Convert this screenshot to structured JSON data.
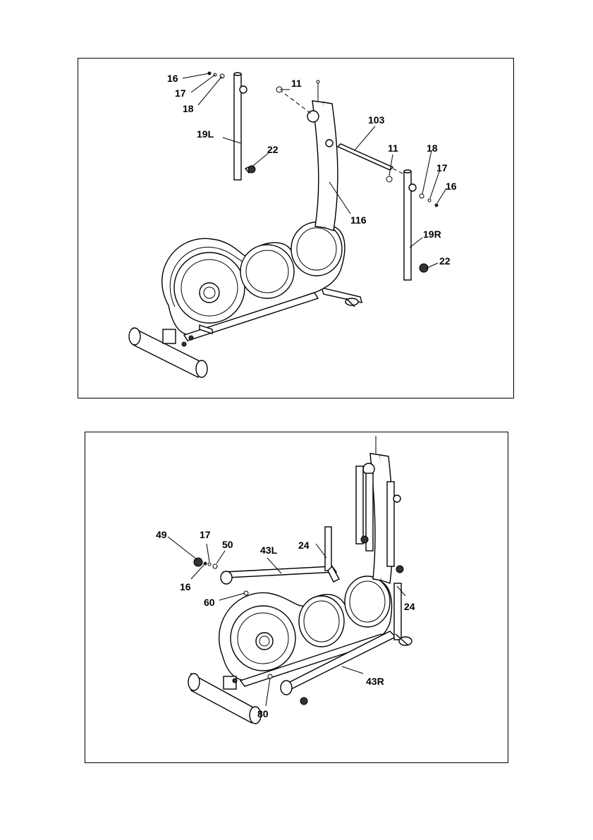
{
  "figure1": {
    "callouts": {
      "c16_left": "16",
      "c17_left": "17",
      "c18_left": "18",
      "c11_left": "11",
      "c103": "103",
      "c19L": "19L",
      "c22_left": "22",
      "c11_right": "11",
      "c18_right": "18",
      "c17_right": "17",
      "c16_right": "16",
      "c116": "116",
      "c19R": "19R",
      "c22_right": "22"
    }
  },
  "figure2": {
    "callouts": {
      "c49": "49",
      "c17": "17",
      "c50": "50",
      "c43L": "43L",
      "c24_top": "24",
      "c16": "16",
      "c60": "60",
      "c24_right": "24",
      "c43R": "43R",
      "c80": "80"
    }
  }
}
